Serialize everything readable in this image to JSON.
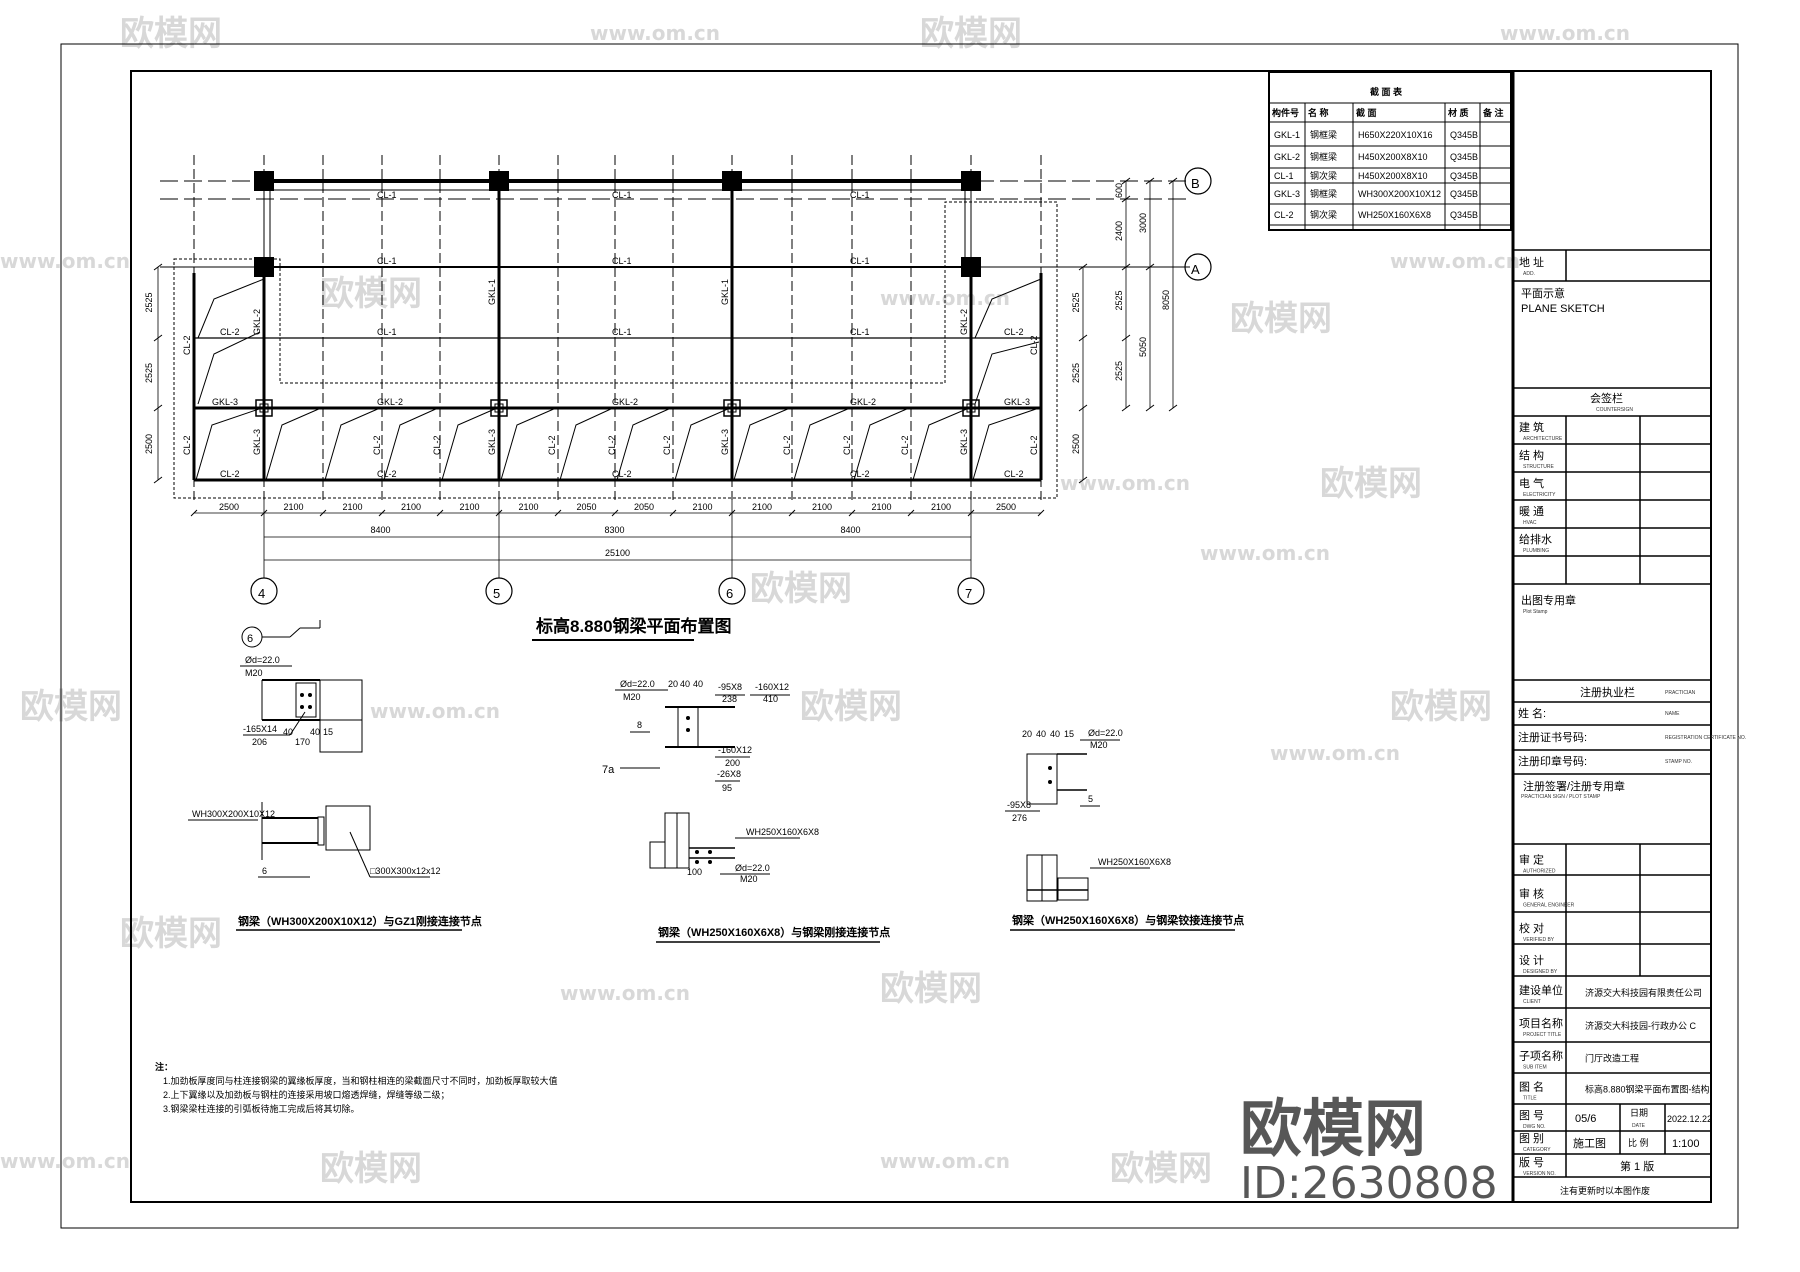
{
  "plan": {
    "title": "标高8.880钢梁平面布置图",
    "axis_cols": [
      "4",
      "5",
      "6",
      "7"
    ],
    "axis_rows": [
      "B",
      "A"
    ],
    "dims_bottom": [
      "2500",
      "2100",
      "2100",
      "2100",
      "2100",
      "2100",
      "2050",
      "2050",
      "2100",
      "2100",
      "2100",
      "2100",
      "2100",
      "2500"
    ],
    "dims_bays": [
      "8400",
      "8300",
      "8400"
    ],
    "dims_total": "25100",
    "dims_left": [
      "2525",
      "2525",
      "2500"
    ],
    "dims_right_inner": [
      "2525",
      "2525",
      "2500"
    ],
    "dims_right_mid": [
      "600",
      "2400",
      "2525",
      "2525"
    ],
    "dims_right_outer": [
      "3000",
      "5050"
    ],
    "dims_right_total": "8050",
    "beam_labels": {
      "cl1": "CL-1",
      "cl2": "CL-2",
      "gkl1": "GKL-1",
      "gkl2": "GKL-2",
      "gkl3": "GKL-3"
    }
  },
  "section_table": {
    "title": "截 面 表",
    "headers": [
      "构件号",
      "名 称",
      "截 面",
      "材 质",
      "备 注"
    ],
    "rows": [
      [
        "GKL-1",
        "钢框梁",
        "H650X220X10X16",
        "Q345B",
        ""
      ],
      [
        "GKL-2",
        "钢框梁",
        "H450X200X8X10",
        "Q345B",
        ""
      ],
      [
        "CL-1",
        "钢次梁",
        "H450X200X8X10",
        "Q345B",
        ""
      ],
      [
        "GKL-3",
        "钢框梁",
        "WH300X200X10X12",
        "Q345B",
        ""
      ],
      [
        "CL-2",
        "钢次梁",
        "WH250X160X6X8",
        "Q345B",
        ""
      ]
    ]
  },
  "details": [
    {
      "caption": "钢梁（WH300X200X10X12）与GZ1刚接连接节点",
      "labels": [
        "6",
        "Ød=22.0",
        "M20",
        "-165X14",
        "206",
        "40",
        "170",
        "40",
        "15",
        "WH300X200X10X12",
        "6",
        "□300X300x12x12"
      ]
    },
    {
      "caption": "钢梁（WH250X160X6X8）与钢梁刚接连接节点",
      "labels": [
        "Ød=22.0",
        "M20",
        "20",
        "40",
        "40",
        "-95X8",
        "238",
        "-160X12",
        "410",
        "8",
        "7a",
        "-160X12",
        "200",
        "-26X8",
        "95",
        "WH250X160X6X8",
        "100",
        "Ød=22.0",
        "M20"
      ]
    },
    {
      "caption": "钢梁（WH250X160X6X8）与钢梁铰接连接节点",
      "labels": [
        "20",
        "40",
        "40",
        "15",
        "Ød=22.0",
        "M20",
        "-95X8",
        "276",
        "5",
        "WH250X160X6X8"
      ]
    }
  ],
  "notes": {
    "title": "注：",
    "items": [
      "1.加劲板厚度同与柱连接钢梁的翼缘板厚度，当和钢柱相连的梁截面尺寸不同时，加劲板厚取较大值",
      "2.上下翼缘以及加劲板与钢柱的连接采用坡口熔透焊缝，焊缝等级二级；",
      "3.钢梁梁柱连接的引弧板待施工完成后将其切除。"
    ]
  },
  "title_block": {
    "address": {
      "cn": "地 址",
      "en": "ADD."
    },
    "plane_sketch": {
      "cn": "平面示意",
      "en": "PLANE SKETCH"
    },
    "countersign": {
      "cn": "会签栏",
      "en": "COUNTERSIGN"
    },
    "disciplines": [
      {
        "cn": "建 筑",
        "en": "ARCHITECTURE"
      },
      {
        "cn": "结 构",
        "en": "STRUCTURE"
      },
      {
        "cn": "电 气",
        "en": "ELECTRICITY"
      },
      {
        "cn": "暖 通",
        "en": "HVAC"
      },
      {
        "cn": "给排水",
        "en": "PLUMBING"
      }
    ],
    "plot_stamp": {
      "cn": "出图专用章",
      "en": "Plot Stamp"
    },
    "practician": {
      "cn": "注册执业栏",
      "en": "PRACTICIAN"
    },
    "reg_fields": [
      {
        "cn": "姓        名:",
        "en": "NAME"
      },
      {
        "cn": "注册证书号码:",
        "en": "REGISTRATION CERTIFICATE NO."
      },
      {
        "cn": "注册印章号码:",
        "en": "STAMP NO."
      }
    ],
    "sign": {
      "cn": "注册签署/注册专用章",
      "en": "PRACTICIAN SIGN / PLOT STAMP"
    },
    "approvals": [
      {
        "cn": "审    定",
        "en": "AUTHORIZED"
      },
      {
        "cn": "审    核",
        "en": "GENERAL ENGINEER"
      },
      {
        "cn": "校    对",
        "en": "VERIFIED BY"
      },
      {
        "cn": "设    计",
        "en": "DESIGNED BY"
      }
    ],
    "info": [
      {
        "cn": "建设单位",
        "en": "CLIENT",
        "value": "济源交大科技园有限责任公司"
      },
      {
        "cn": "项目名称",
        "en": "PROJECT TITLE",
        "value": "济源交大科技园-行政办公 C"
      },
      {
        "cn": "子项名称",
        "en": "SUB ITEM",
        "value": "门厅改造工程"
      },
      {
        "cn": "图    名",
        "en": "TITLE",
        "value": "标高8.880钢梁平面布置图-结构"
      }
    ],
    "drawing_no": {
      "cn": "图    号",
      "en": "DWG NO.",
      "value": "05/6",
      "date_label": "日期",
      "date_en": "DATE",
      "date": "2022.12.22"
    },
    "drawing_type": {
      "cn": "图    别",
      "en": "CATEGORY",
      "value": "施工图",
      "scale_label": "比 例",
      "scale": "1:100"
    },
    "version": {
      "cn": "版    号",
      "en": "VERSION NO.",
      "value": "第 1 版"
    },
    "footer": "注有更新时以本图作废"
  },
  "watermark": {
    "brand": "欧模网",
    "site": "www.om.cn",
    "id": "ID:2630808"
  }
}
